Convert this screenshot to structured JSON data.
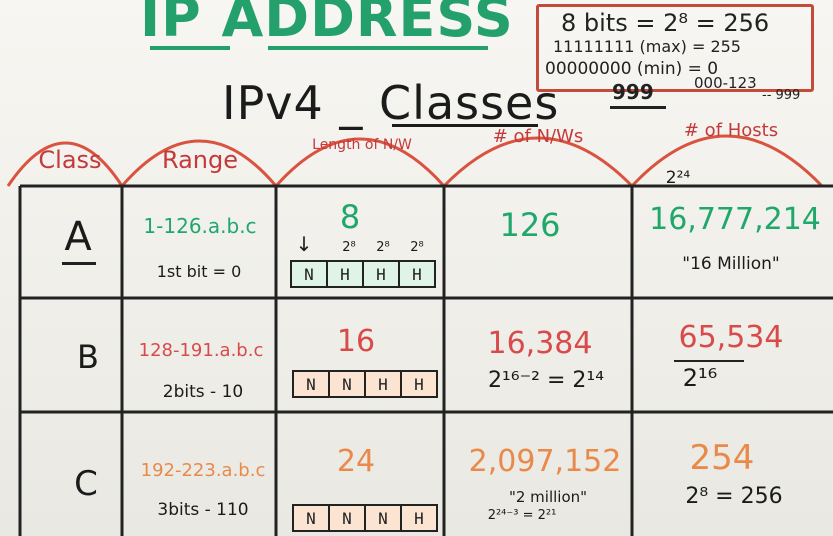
{
  "title": "IP ADDRESS",
  "box": {
    "line1": "8 bits = 2⁸ = 256",
    "line2": "11111111 (max) = 255",
    "line3": "00000000 (min) = 0"
  },
  "subtitle": "IPv4 _ Classes",
  "notes": {
    "n999": "999",
    "range": "000-123",
    "dots": "-- 999"
  },
  "headers": {
    "class": "Class",
    "range": "Range",
    "length": "Length of N/W",
    "nws": "# of N/Ws",
    "hosts": "# of Hosts"
  },
  "rows": {
    "a": {
      "class": "A",
      "range": "1-126.a.b.c",
      "range_note": "1st bit = 0",
      "length": "8",
      "exps": [
        "2⁸",
        "2⁸",
        "2⁸"
      ],
      "segments": [
        "N",
        "H",
        "H",
        "H"
      ],
      "nws": "126",
      "hosts_power": "2²⁴",
      "hosts": "16,777,214",
      "hosts_note": "\"16 Million\""
    },
    "b": {
      "class": "B",
      "range": "128-191.a.b.c",
      "range_note": "2bits - 10",
      "length": "16",
      "segments": [
        "N",
        "N",
        "H",
        "H"
      ],
      "nws": "16,384",
      "nws_note": "2¹⁶⁻² = 2¹⁴",
      "hosts": "65,534",
      "hosts_note": "2¹⁶"
    },
    "c": {
      "class": "C",
      "range": "192-223.a.b.c",
      "range_note": "3bits - 110",
      "length": "24",
      "segments": [
        "N",
        "N",
        "N",
        "H"
      ],
      "nws": "2,097,152",
      "nws_note": "\"2 million\"",
      "nws_note2": "2²⁴⁻³ = 2²¹",
      "hosts": "254",
      "hosts_note": "2⁸ = 256"
    }
  },
  "colors": {
    "green": "#1fa86a",
    "red": "#d94a4a",
    "orange": "#e98a4a",
    "ink": "#1b1b1b"
  }
}
